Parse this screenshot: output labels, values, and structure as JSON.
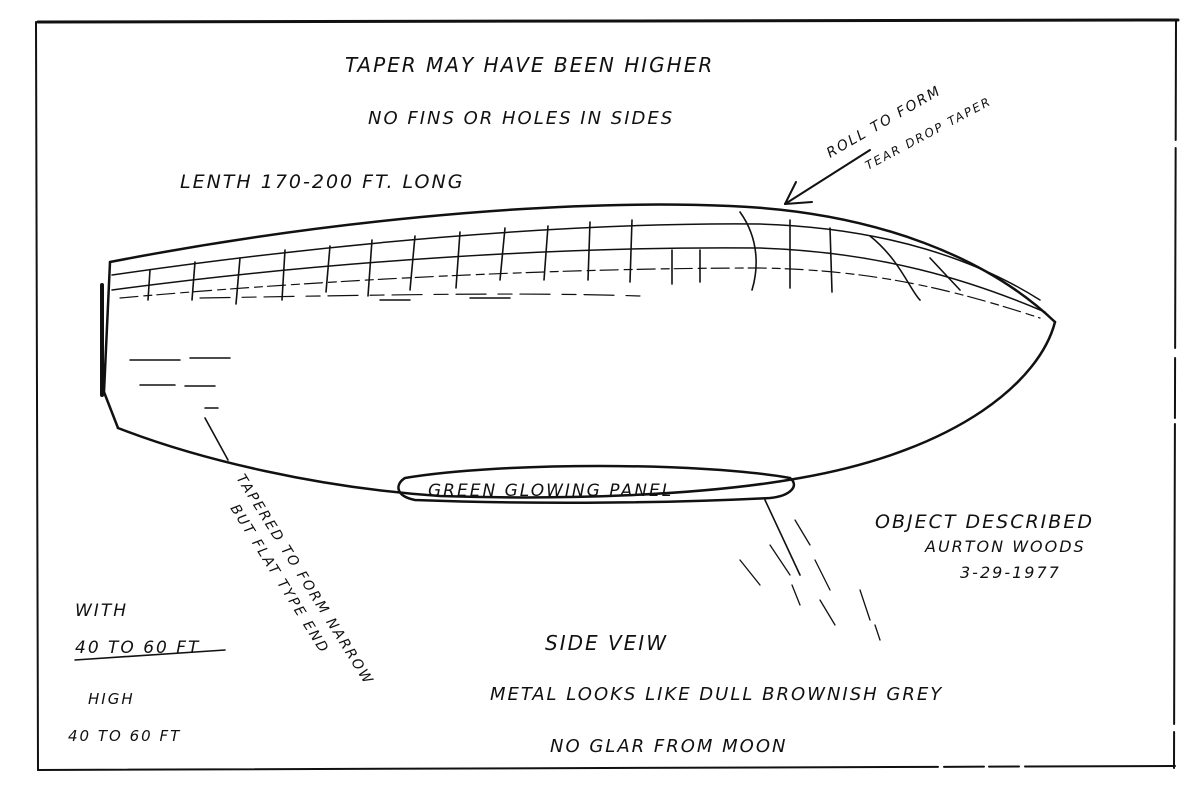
{
  "notes": {
    "taper": "TAPER MAY HAVE BEEN HIGHER",
    "fins": "NO FINS OR HOLES IN SIDES",
    "length": "LENTH 170-200 FT. LONG",
    "roll": "ROLL TO FORM",
    "teardrop": "TEAR DROP TAPER",
    "panel": "GREEN GLOWING PANEL",
    "tapered_1": "TAPERED TO FORM NARROW",
    "tapered_2": "BUT FLAT TYPE END",
    "object_1": "OBJECT DESCRIBED",
    "object_2": "AURTON WOODS",
    "object_3": "3-29-1977",
    "width_label": "WITH",
    "width_value": "40 TO 60 FT",
    "high_label": "HIGH",
    "high_value": "40 TO 60 FT",
    "side_view": "SIDE VEIW",
    "metal": "METAL LOOKS LIKE DULL BROWNISH GREY",
    "glare": "NO GLAR FROM MOON"
  },
  "colors": {
    "ink": "#111111",
    "paper": "#ffffff"
  }
}
